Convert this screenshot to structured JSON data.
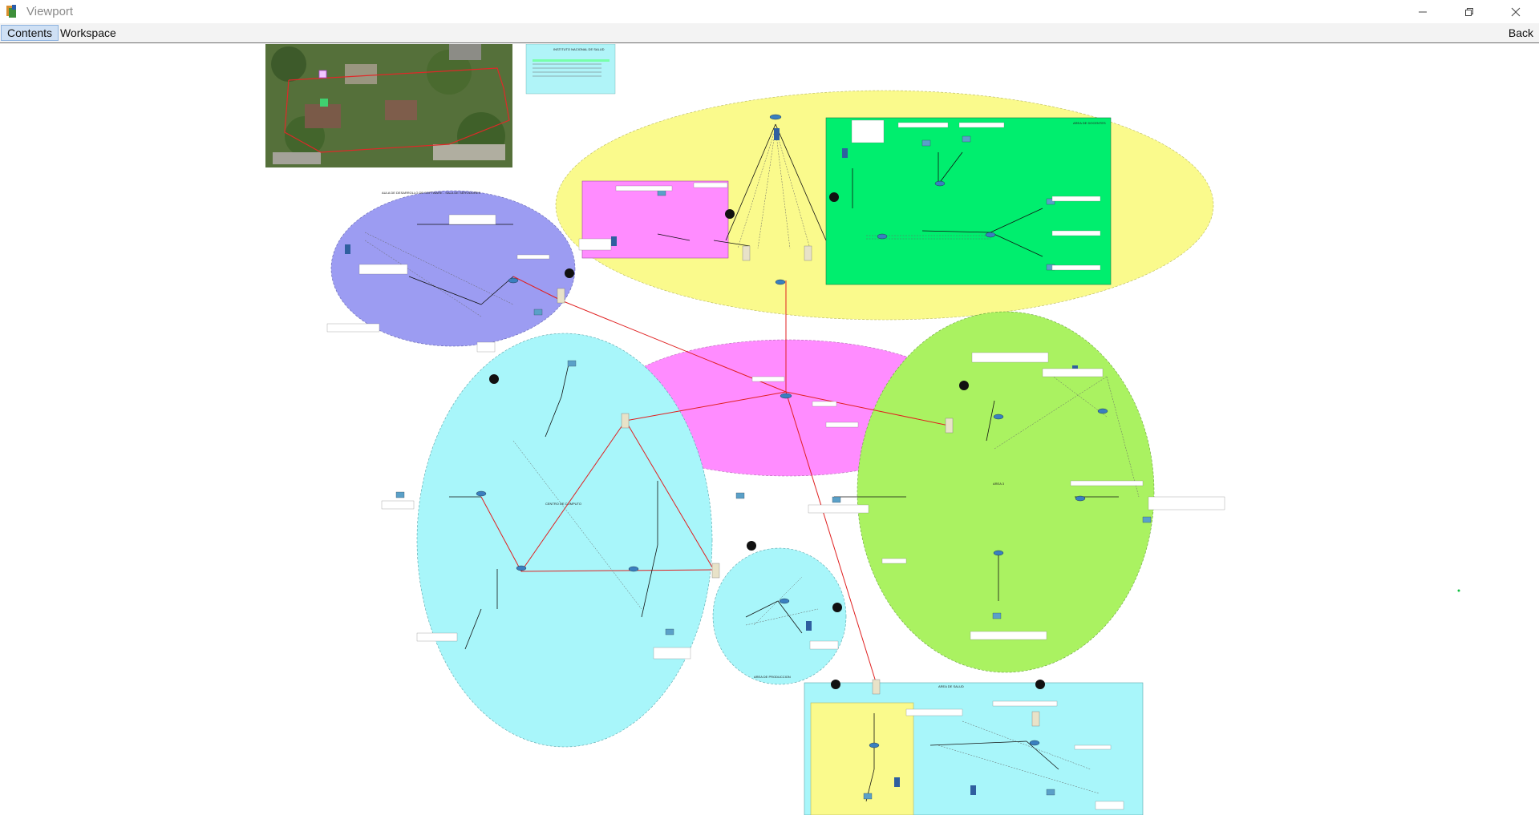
{
  "window": {
    "title": "Viewport",
    "controls": [
      "minimize-icon",
      "restore-icon",
      "close-icon"
    ]
  },
  "menu": {
    "items": [
      "Contents",
      "Workspace"
    ],
    "selected": "Contents",
    "back_label": "Back"
  },
  "colors": {
    "yellow_zone": "#fafa8c",
    "green_zone": "#00ee6e",
    "magenta_zone": "#ff8cff",
    "cyan_zone": "#a8f6fa",
    "purple_zone": "#9c9cf2",
    "lime_zone": "#aaf261",
    "link_red": "#e02020"
  },
  "network": {
    "note_title": "INSTITUTO NACIONAL DE SALUD",
    "zone_titles": {
      "purple": "AULA DE DESARROLLO DE SOFTWARE - SALA DE SERVIDORES",
      "green": "AREA DE DOCENTES",
      "cyan_left": "CENTRO DE COMPUTO",
      "lime": "AREA 3",
      "cyan_mid": "AREA DE PRODUCCION",
      "bottom": "AREA DE SALUD"
    }
  }
}
